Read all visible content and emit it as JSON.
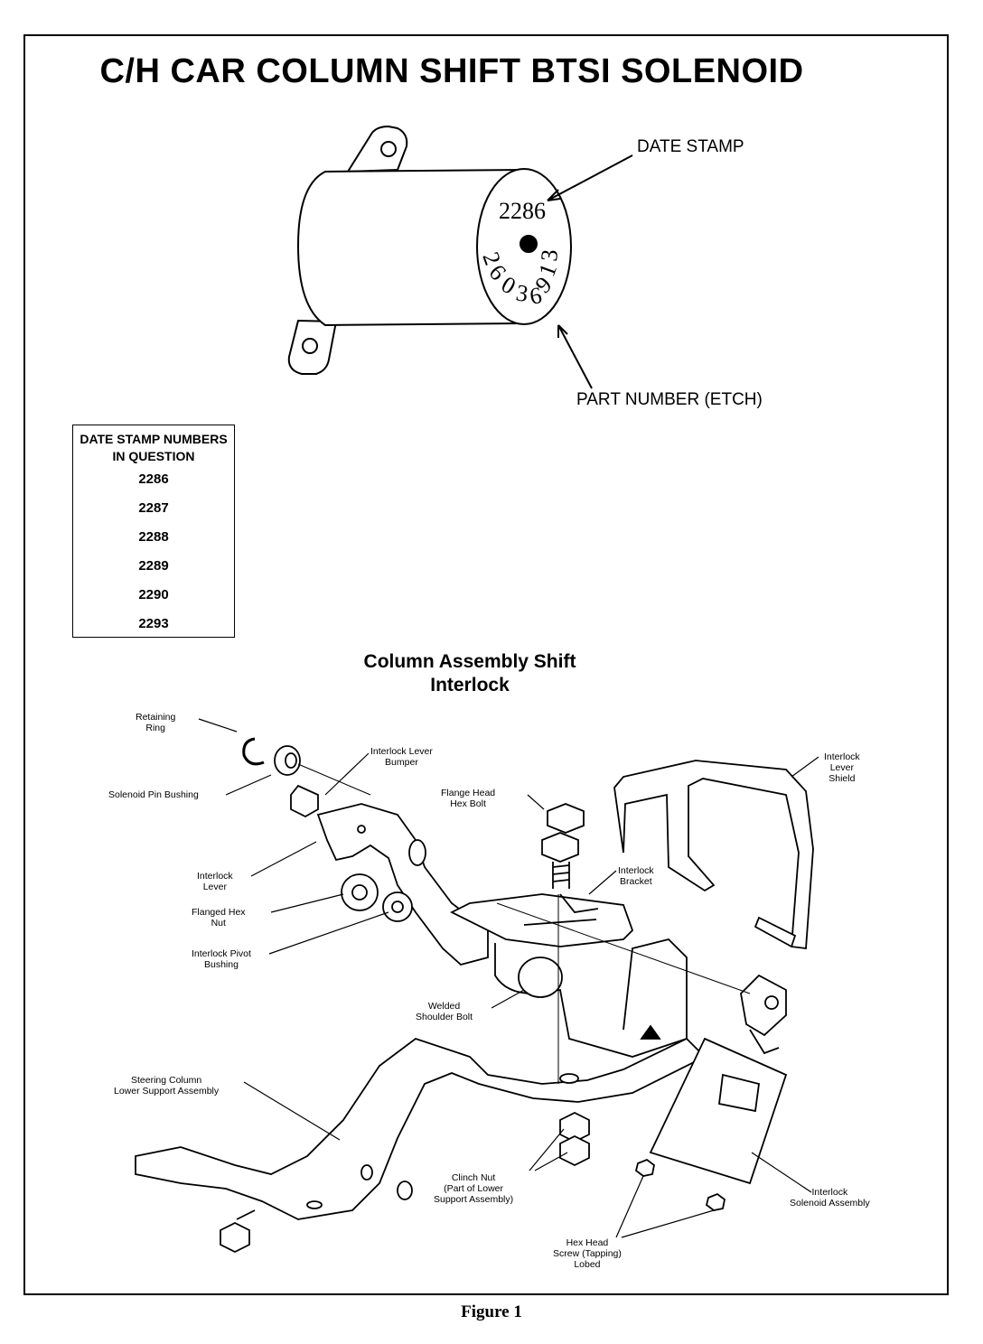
{
  "title": "C/H CAR COLUMN SHIFT BTSI SOLENOID",
  "solenoid": {
    "date_stamp_label": "DATE STAMP",
    "part_number_label": "PART NUMBER (ETCH)",
    "date_stamp_value": "2286",
    "etch_digits": [
      "2",
      "6",
      "0",
      "3",
      "6",
      "9",
      "1",
      "3"
    ]
  },
  "stamp_table": {
    "header_line1": "DATE STAMP NUMBERS",
    "header_line2": "IN QUESTION",
    "values": [
      "2286",
      "2287",
      "2288",
      "2289",
      "2290",
      "2293"
    ]
  },
  "assembly": {
    "title_line1": "Column Assembly Shift",
    "title_line2": "Interlock",
    "callouts": {
      "retaining_ring": [
        "Retaining",
        "Ring"
      ],
      "solenoid_pin_bushing": [
        "Solenoid Pin Bushing"
      ],
      "interlock_lever_bumper": [
        "Interlock Lever",
        "Bumper"
      ],
      "flange_head_hex_bolt": [
        "Flange Head",
        "Hex Bolt"
      ],
      "interlock_lever_shield": [
        "Interlock",
        "Lever",
        "Shield"
      ],
      "interlock_lever": [
        "Interlock",
        "Lever"
      ],
      "interlock_bracket": [
        "Interlock",
        "Bracket"
      ],
      "flanged_hex_nut": [
        "Flanged Hex",
        "Nut"
      ],
      "interlock_pivot_bushing": [
        "Interlock Pivot",
        "Bushing"
      ],
      "welded_shoulder_bolt": [
        "Welded",
        "Shoulder Bolt"
      ],
      "steering_column_lower_support": [
        "Steering Column",
        "Lower Support Assembly"
      ],
      "clinch_nut": [
        "Clinch Nut",
        "(Part of Lower",
        "Support Assembly)"
      ],
      "interlock_solenoid_assembly": [
        "Interlock",
        "Solenoid Assembly"
      ],
      "hex_head_screw": [
        "Hex Head",
        "Screw (Tapping)",
        "Lobed"
      ]
    }
  },
  "caption": "Figure 1"
}
